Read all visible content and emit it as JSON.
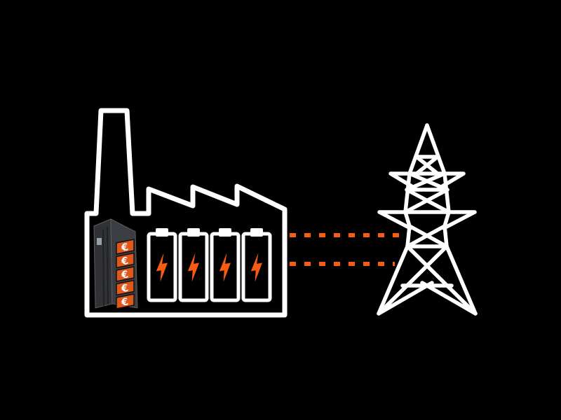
{
  "scene": {
    "background_color": "#000000",
    "line_color": "#ffffff",
    "accent_color": "#f85c12"
  },
  "icons": {
    "factory": "factory-icon",
    "chimney": "chimney-icon",
    "battery": "battery-icon",
    "lightning_bolt": "lightning-bolt-icon",
    "battery_cabinet": "battery-cabinet-icon",
    "euro_symbol": "euro-symbol-icon",
    "transmission_tower": "transmission-tower-icon",
    "power_line": "dashed-power-line"
  },
  "factory": {
    "battery_count": 4,
    "cabinet": {
      "module_count": 5,
      "module_glyph": "€",
      "module_color": "#e0571c",
      "body_color": "#313236",
      "side_color": "#3c3d42",
      "top_color": "#55565b",
      "seam_color": "#202124",
      "label_color": "#9aa0a6"
    }
  },
  "power_link": {
    "line_count": 2,
    "style": "dashed",
    "color": "#f85c12"
  }
}
